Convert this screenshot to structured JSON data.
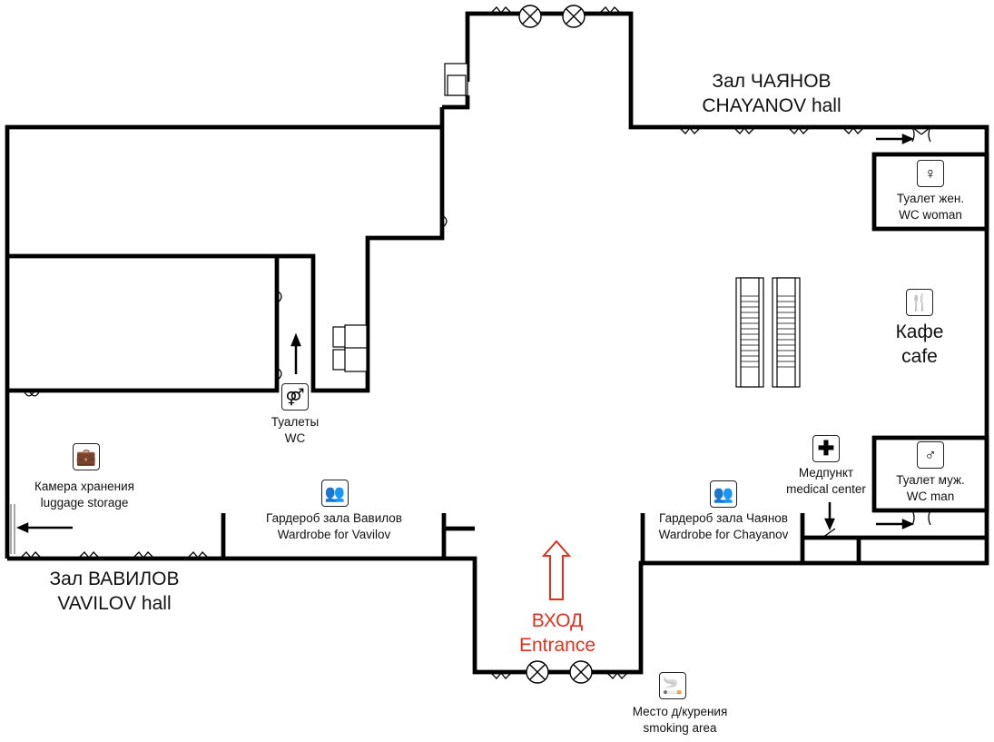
{
  "halls": {
    "chayanov": {
      "ru": "Зал ЧАЯНОВ",
      "en": "CHAYANOV hall"
    },
    "vavilov": {
      "ru": "Зал ВАВИЛОВ",
      "en": "VAVILOV hall"
    }
  },
  "entrance": {
    "ru": "ВХОД",
    "en": "Entrance",
    "color": "#e0301e"
  },
  "facilities": {
    "wc_woman": {
      "ru": "Туалет жен.",
      "en": "WC woman",
      "icon": "woman-icon"
    },
    "wc_man": {
      "ru": "Туалет муж.",
      "en": "WC man",
      "icon": "man-icon"
    },
    "wc": {
      "ru": "Туалеты",
      "en": "WC",
      "icon": "restroom-icon"
    },
    "cafe": {
      "ru": "Кафе",
      "en": "cafe",
      "icon": "fork-knife-icon"
    },
    "medical": {
      "ru": "Медпункт",
      "en": "medical center",
      "icon": "cross-icon"
    },
    "luggage": {
      "ru": "Камера хранения",
      "en": "luggage storage",
      "icon": "suitcase-icon"
    },
    "wardrobe_vavilov": {
      "ru": "Гардероб зала Вавилов",
      "en": "Wardrobe for Vavilov",
      "icon": "wardrobe-icon"
    },
    "wardrobe_chayanov": {
      "ru": "Гардероб зала Чаянов",
      "en": "Wardrobe for Chayanov",
      "icon": "wardrobe-icon"
    },
    "smoking": {
      "ru": "Место д/курения",
      "en": "smoking area",
      "icon": "smoking-icon"
    }
  }
}
